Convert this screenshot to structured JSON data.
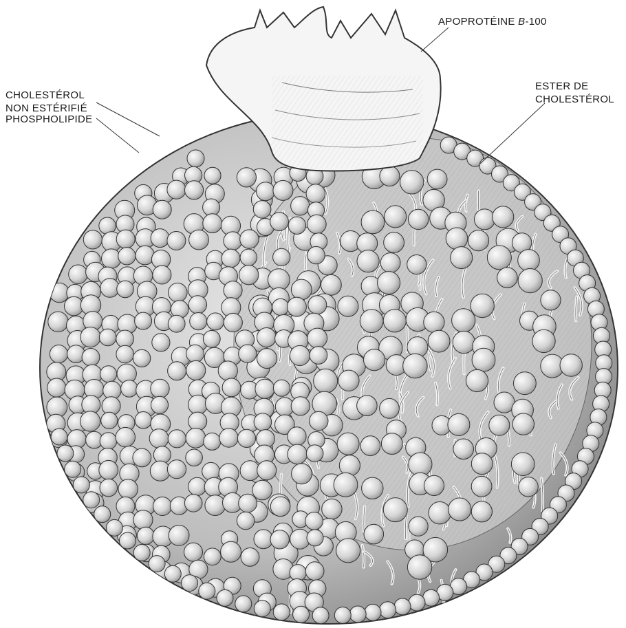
{
  "labels": {
    "apoprotein_prefix": "APOPROTÉINE ",
    "apoprotein_italic": "B",
    "apoprotein_suffix": "-100",
    "free_cholesterol_line1": "CHOLESTÉROL",
    "free_cholesterol_line2": "NON ESTÉRIFIÉ",
    "phospholipid": "PHOSPHOLIPIDE",
    "ester_line1": "ESTER DE",
    "ester_line2": "CHOLESTÉROL"
  },
  "colors": {
    "ink": "#333333",
    "bead_fill": "#dedede",
    "bead_light": "#f2f2f2",
    "core_fill": "#cfcfcf",
    "protein_fill": "#f4f4f4"
  }
}
